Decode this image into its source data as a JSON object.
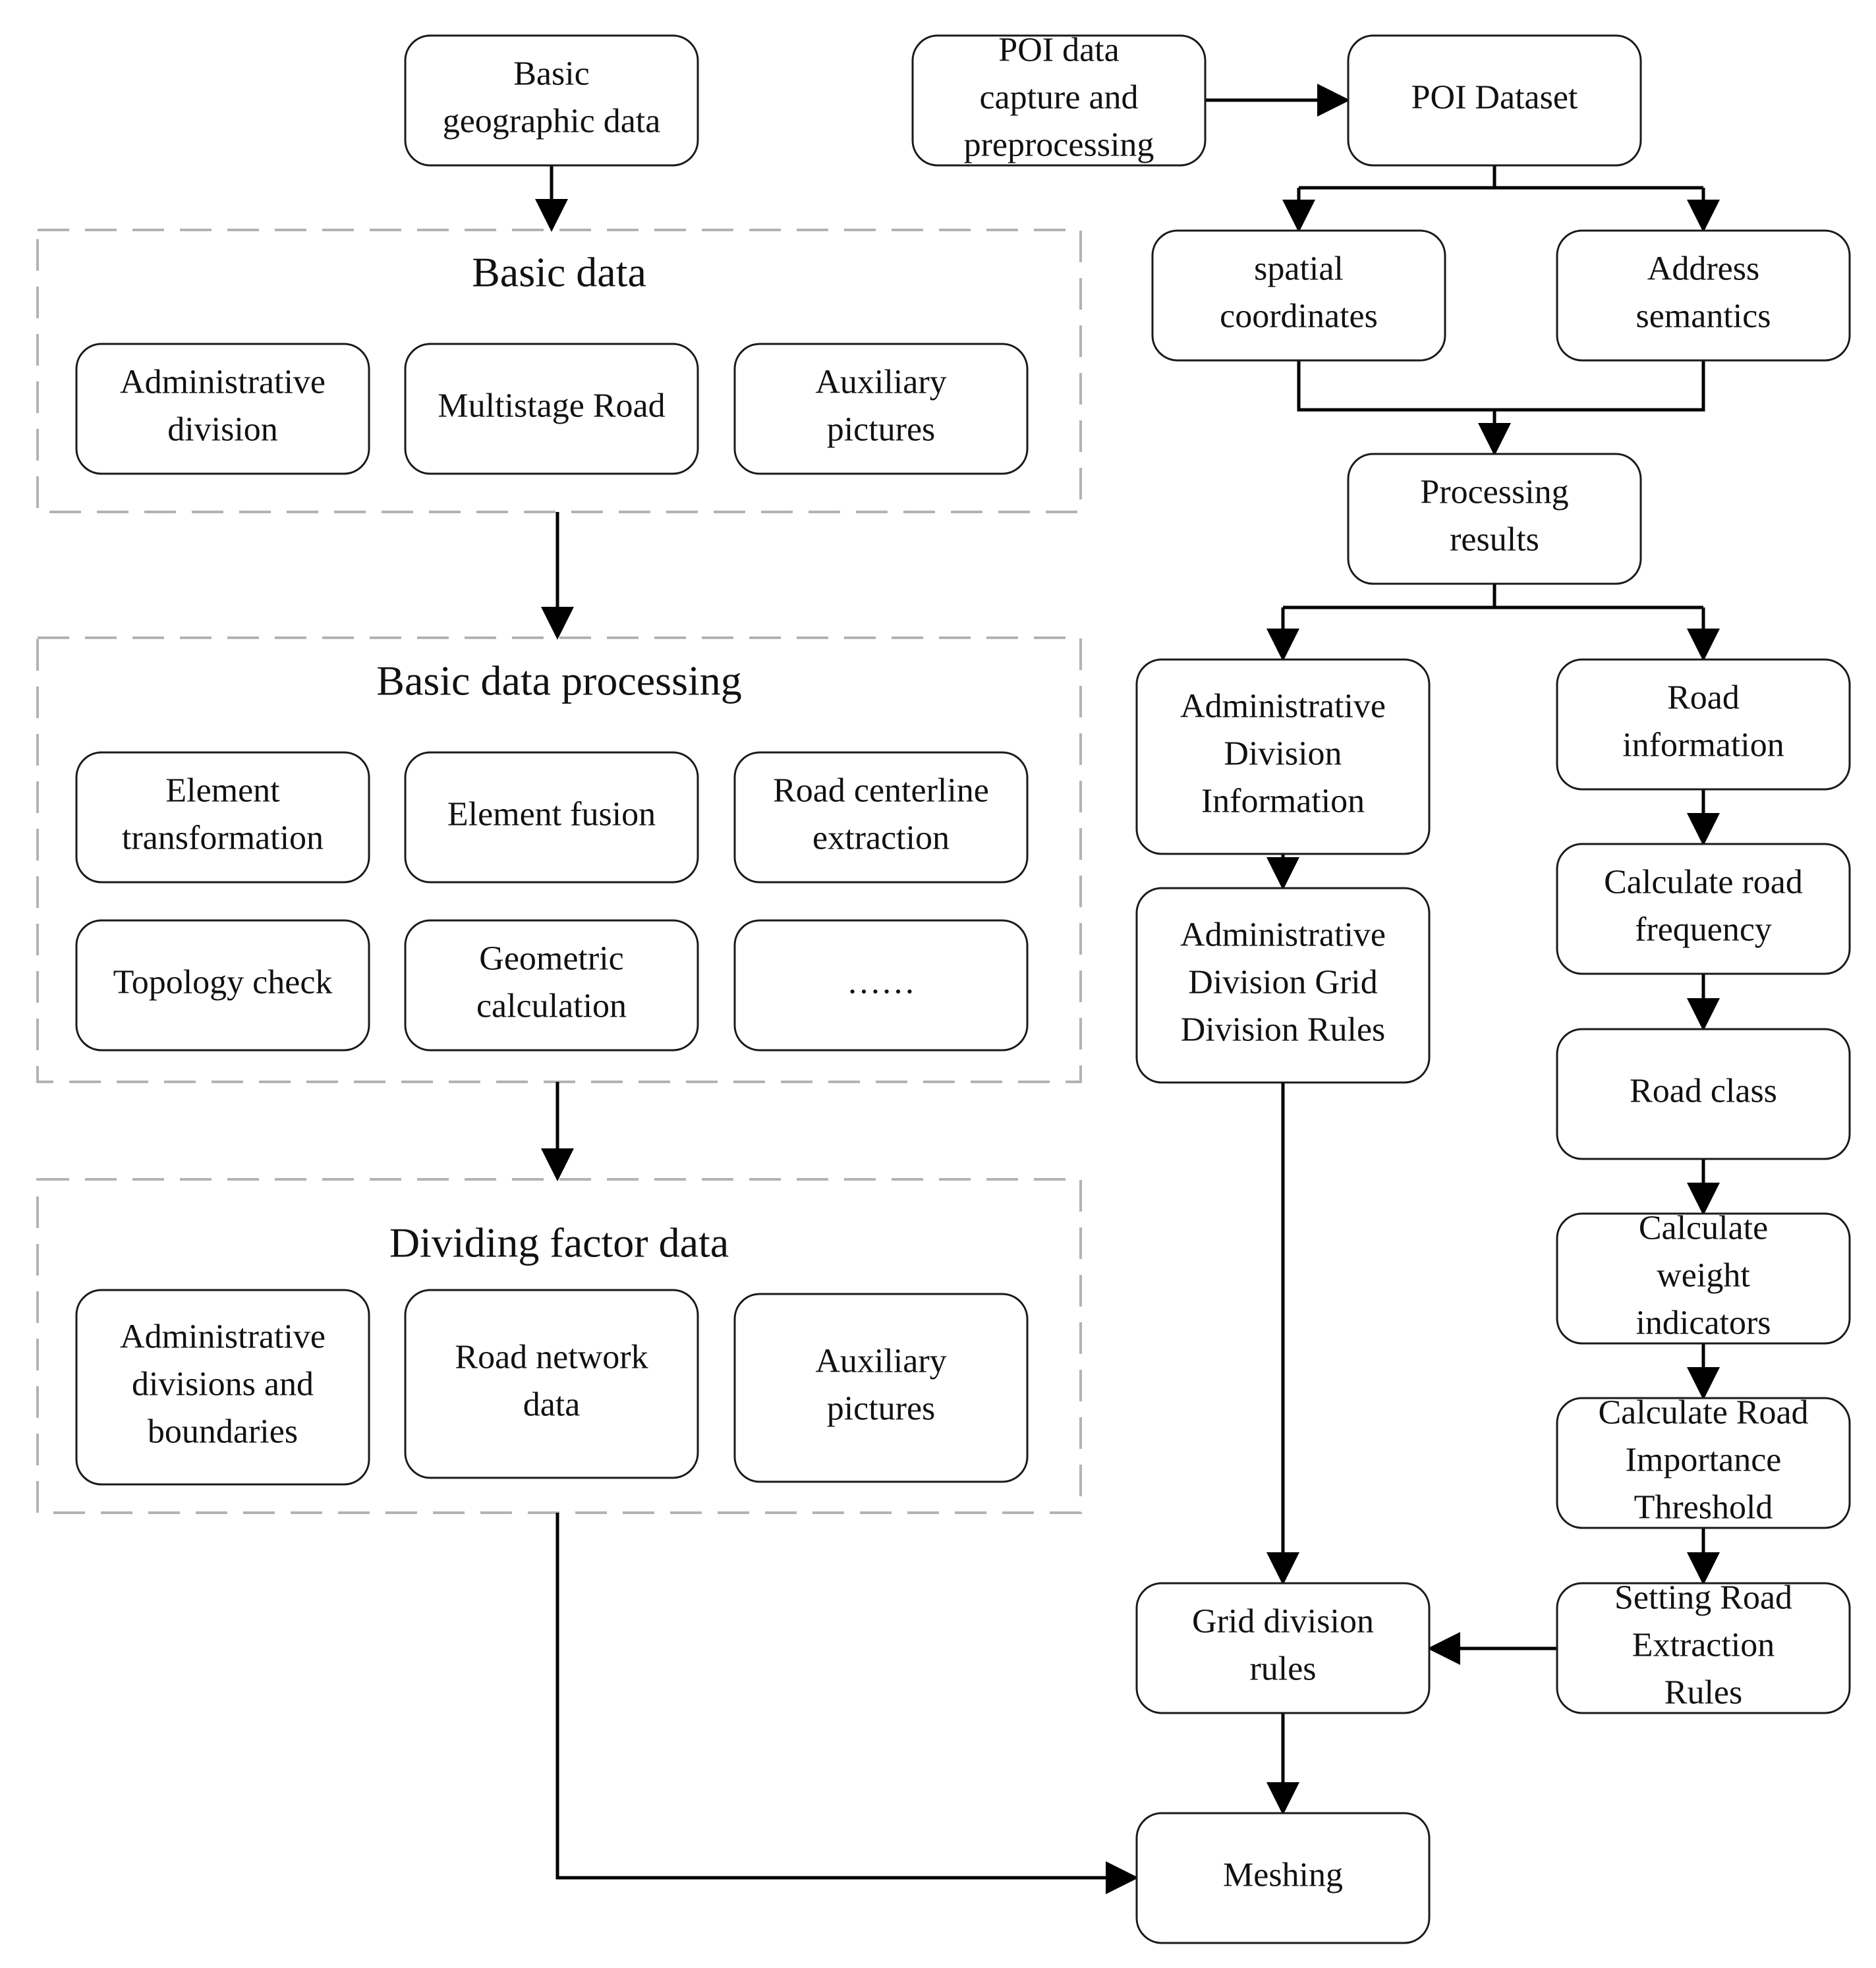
{
  "nodes": {
    "basic_geo": [
      "Basic",
      "geographic data"
    ],
    "admin_div": [
      "Administrative",
      "division"
    ],
    "multistage_road": [
      "Multistage Road"
    ],
    "aux_pics_1": [
      "Auxiliary",
      "pictures"
    ],
    "element_transform": [
      "Element",
      "transformation"
    ],
    "element_fusion": [
      "Element fusion"
    ],
    "road_centerline": [
      "Road centerline",
      "extraction"
    ],
    "topology_check": [
      "Topology check"
    ],
    "geometric_calc": [
      "Geometric",
      "calculation"
    ],
    "ellipsis": [
      "……"
    ],
    "admin_boundaries": [
      "Administrative",
      "divisions and",
      "boundaries"
    ],
    "road_network": [
      "Road network",
      "data"
    ],
    "aux_pics_2": [
      "Auxiliary",
      "pictures"
    ],
    "poi_capture": [
      "POI data",
      "capture and",
      "preprocessing"
    ],
    "poi_dataset": [
      "POI Dataset"
    ],
    "spatial_coords": [
      "spatial",
      "coordinates"
    ],
    "address_semantics": [
      "Address",
      "semantics"
    ],
    "processing_results": [
      "Processing",
      "results"
    ],
    "admin_info": [
      "Administrative",
      "Division",
      "Information"
    ],
    "admin_grid_rules": [
      "Administrative",
      "Division Grid",
      "Division Rules"
    ],
    "road_info": [
      "Road",
      "information"
    ],
    "calc_road_freq": [
      "Calculate road",
      "frequency"
    ],
    "road_class": [
      "Road class"
    ],
    "calc_weight": [
      "Calculate",
      "weight",
      "indicators"
    ],
    "calc_importance": [
      "Calculate Road",
      "Importance",
      "Threshold"
    ],
    "setting_extraction": [
      "Setting Road",
      "Extraction",
      "Rules"
    ],
    "grid_rules": [
      "Grid division",
      "rules"
    ],
    "meshing": [
      "Meshing"
    ]
  },
  "groups": {
    "basic_data": "Basic data",
    "basic_processing": "Basic data processing",
    "dividing_factor": "Dividing factor data"
  }
}
